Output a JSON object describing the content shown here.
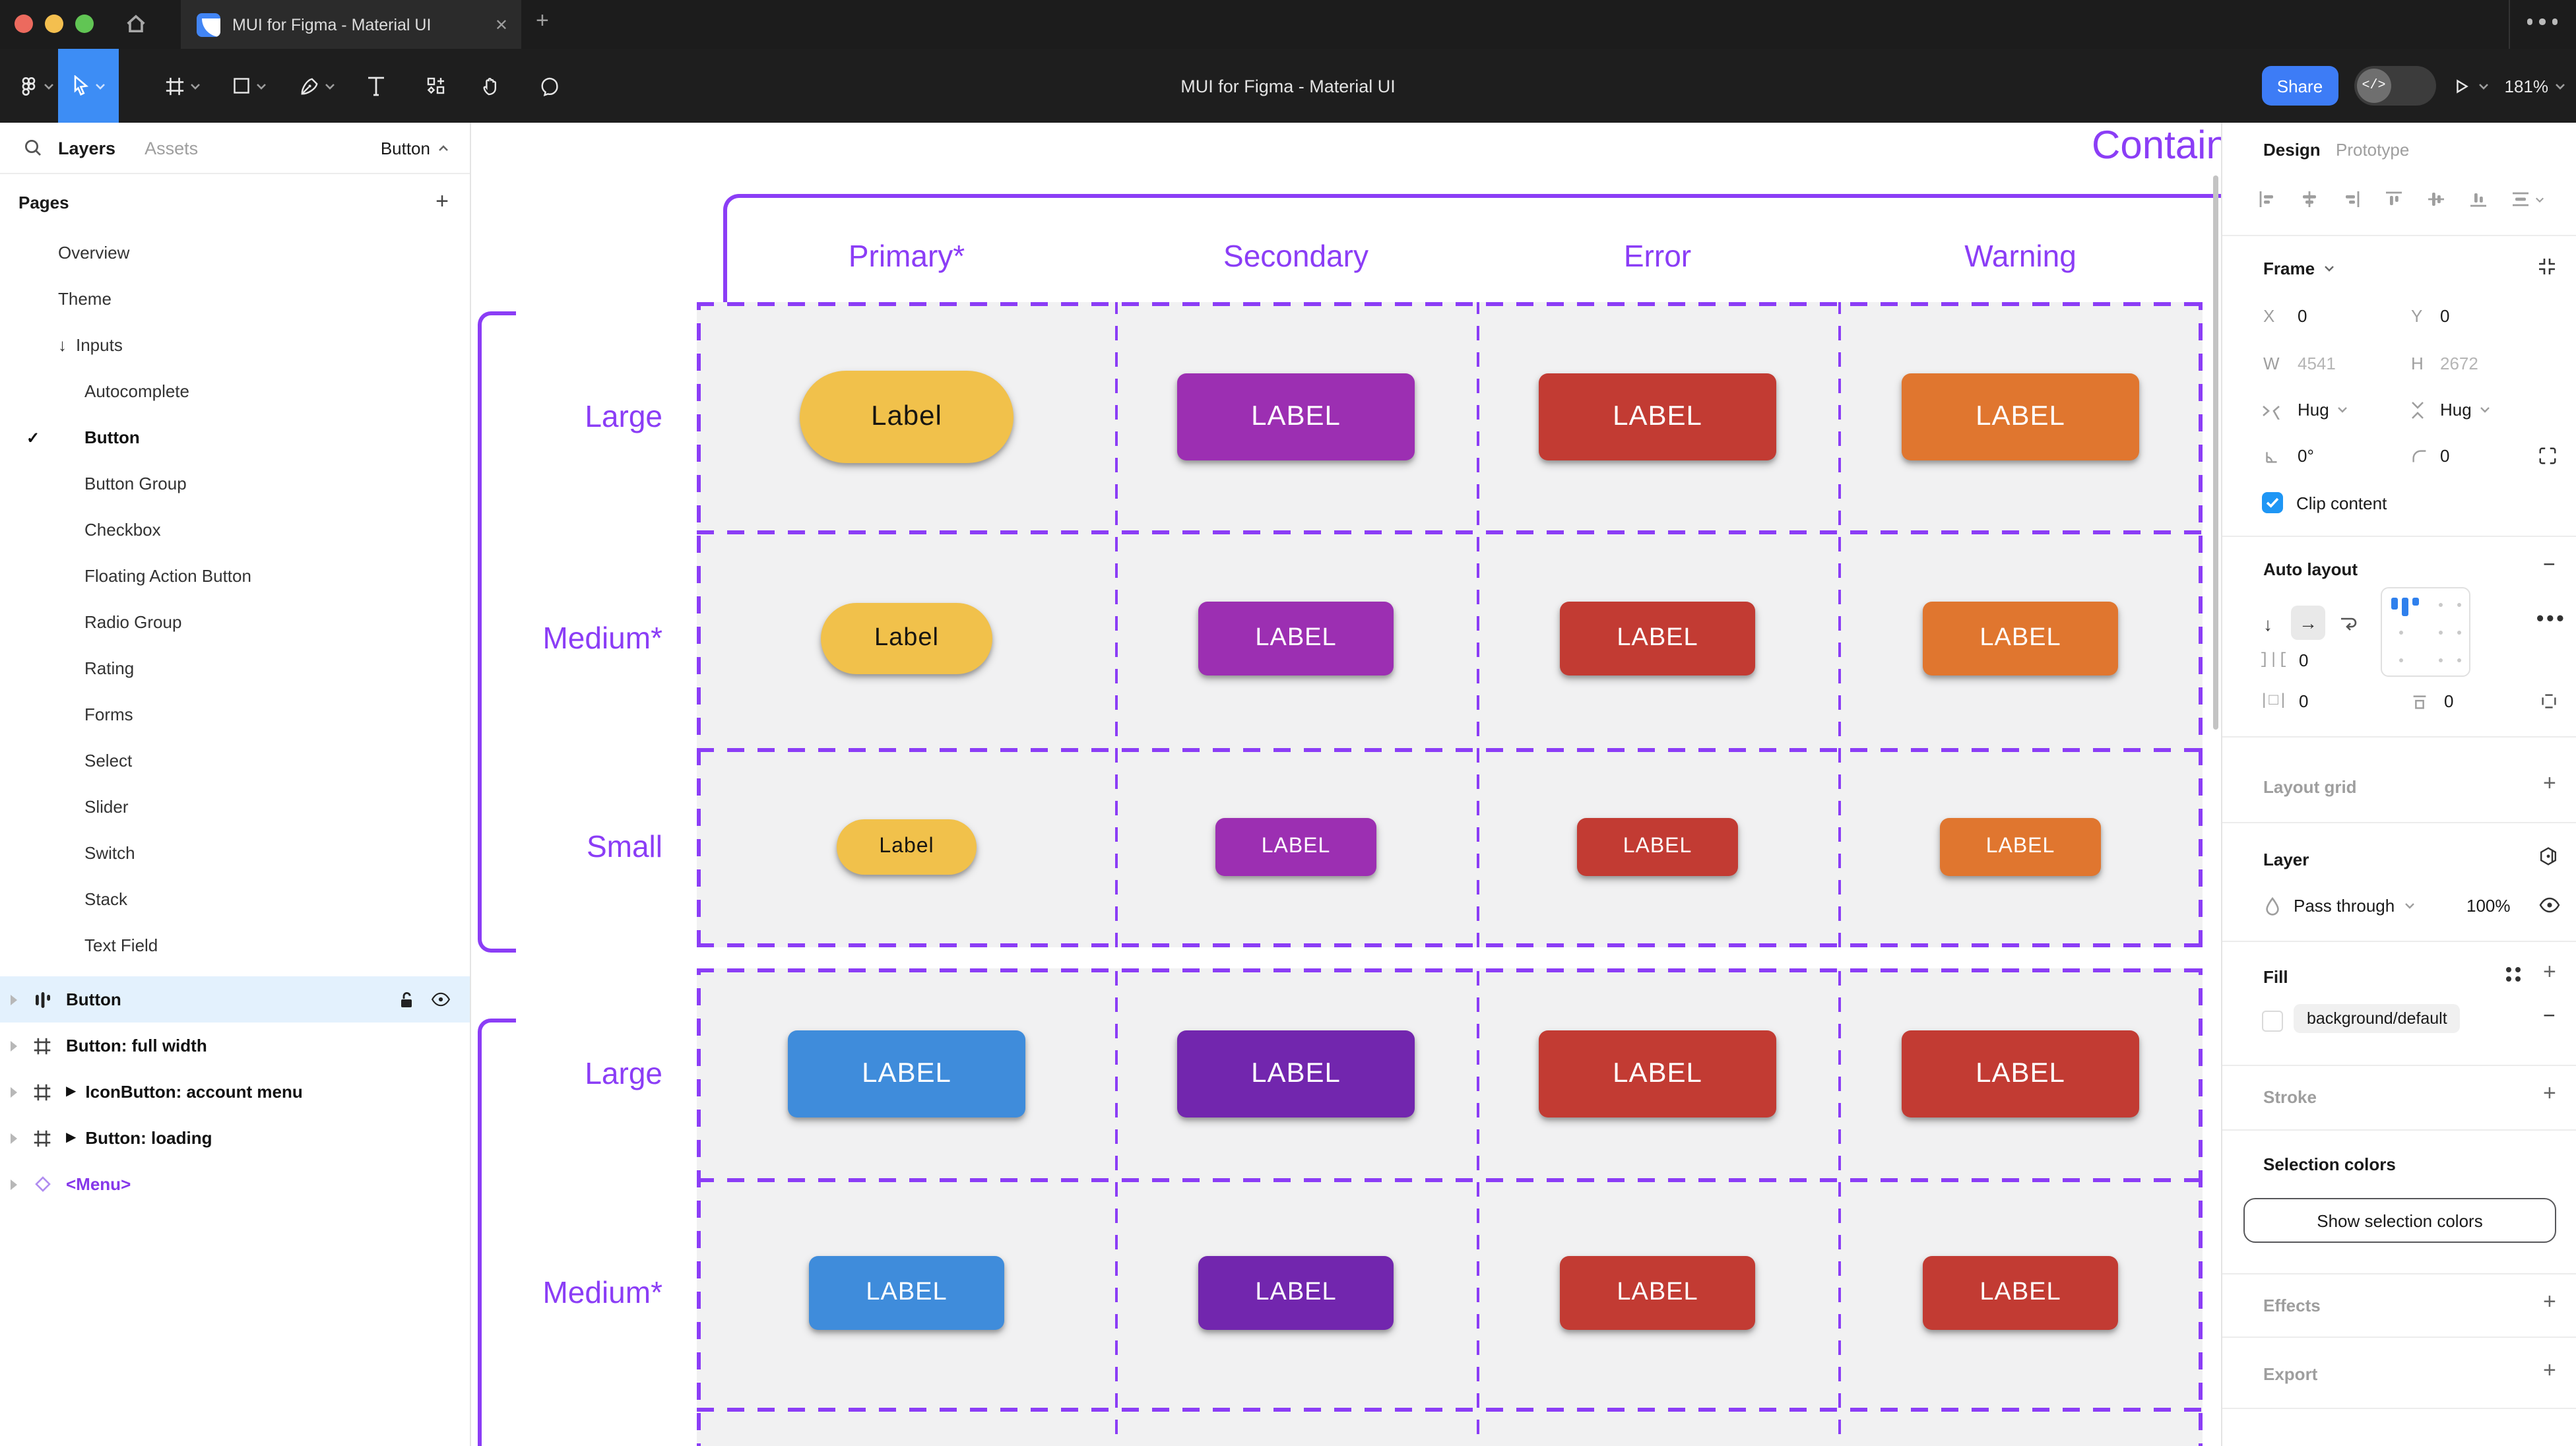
{
  "accent": "#8B3DF6",
  "titlebar": {
    "tab_title": "MUI for Figma - Material UI",
    "close_glyph": "✕",
    "new_tab_glyph": "+"
  },
  "toolbar": {
    "doc_title": "MUI for Figma - Material UI",
    "share_label": "Share",
    "dev_toggle_glyph": "</>",
    "zoom_level": "181%"
  },
  "sidebar": {
    "tab_layers": "Layers",
    "tab_assets": "Assets",
    "header_dropdown": "Button",
    "pages_title": "Pages",
    "pages": [
      {
        "label": "Overview",
        "indent": 1
      },
      {
        "label": "Theme",
        "indent": 1
      },
      {
        "label": "Inputs",
        "indent": 1,
        "arrow": "↓"
      },
      {
        "label": "Autocomplete",
        "indent": 2
      },
      {
        "label": "Button",
        "indent": 2,
        "selected": true,
        "check": "✓"
      },
      {
        "label": "Button Group",
        "indent": 2
      },
      {
        "label": "Checkbox",
        "indent": 2
      },
      {
        "label": "Floating Action Button",
        "indent": 2
      },
      {
        "label": "Radio Group",
        "indent": 2
      },
      {
        "label": "Rating",
        "indent": 2
      },
      {
        "label": "Forms",
        "indent": 2
      },
      {
        "label": "Select",
        "indent": 2
      },
      {
        "label": "Slider",
        "indent": 2
      },
      {
        "label": "Switch",
        "indent": 2
      },
      {
        "label": "Stack",
        "indent": 2
      },
      {
        "label": "Text Field",
        "indent": 2
      }
    ],
    "layers": [
      {
        "label": "Button",
        "icon": "auto-layout",
        "selected": true
      },
      {
        "label": "Button: full width",
        "icon": "frame"
      },
      {
        "label": "IconButton: account menu",
        "icon": "frame",
        "play": "▶"
      },
      {
        "label": "Button: loading",
        "icon": "frame",
        "play": "▶"
      },
      {
        "label": "<Menu>",
        "icon": "instance",
        "instance": true
      }
    ]
  },
  "canvas": {
    "heading": "Contained",
    "columns": [
      "Primary*",
      "Secondary",
      "Error",
      "Warning"
    ],
    "cell_bg": "#F1F1F2",
    "sections": [
      {
        "rows": [
          {
            "label": "Large",
            "size": "large",
            "buttons": [
              {
                "text": "Label",
                "bg": "#F1C14B",
                "fg": "#181611",
                "pill": true
              },
              {
                "text": "LABEL",
                "bg": "#9C2FB2",
                "fg": "#FFFFFF"
              },
              {
                "text": "LABEL",
                "bg": "#C23B33",
                "fg": "#FFFFFF"
              },
              {
                "text": "LABEL",
                "bg": "#E0762F",
                "fg": "#FFFFFF"
              }
            ]
          },
          {
            "label": "Medium*",
            "size": "medium",
            "buttons": [
              {
                "text": "Label",
                "bg": "#F1C14B",
                "fg": "#181611",
                "pill": true
              },
              {
                "text": "LABEL",
                "bg": "#9C2FB2",
                "fg": "#FFFFFF"
              },
              {
                "text": "LABEL",
                "bg": "#C23B33",
                "fg": "#FFFFFF"
              },
              {
                "text": "LABEL",
                "bg": "#E0762F",
                "fg": "#FFFFFF"
              }
            ]
          },
          {
            "label": "Small",
            "size": "small",
            "buttons": [
              {
                "text": "Label",
                "bg": "#F1C14B",
                "fg": "#181611",
                "pill": true
              },
              {
                "text": "LABEL",
                "bg": "#9C2FB2",
                "fg": "#FFFFFF"
              },
              {
                "text": "LABEL",
                "bg": "#C23B33",
                "fg": "#FFFFFF"
              },
              {
                "text": "LABEL",
                "bg": "#E0762F",
                "fg": "#FFFFFF"
              }
            ]
          }
        ]
      },
      {
        "rows": [
          {
            "label": "Large",
            "size": "large",
            "buttons": [
              {
                "text": "LABEL",
                "bg": "#3F8CDB",
                "fg": "#FFFFFF"
              },
              {
                "text": "LABEL",
                "bg": "#7226AE",
                "fg": "#FFFFFF"
              },
              {
                "text": "LABEL",
                "bg": "#C23B33",
                "fg": "#FFFFFF"
              },
              {
                "text": "LABEL",
                "bg": "#C23B33",
                "fg": "#FFFFFF"
              }
            ]
          },
          {
            "label": "Medium*",
            "size": "medium",
            "buttons": [
              {
                "text": "LABEL",
                "bg": "#3F8CDB",
                "fg": "#FFFFFF"
              },
              {
                "text": "LABEL",
                "bg": "#7226AE",
                "fg": "#FFFFFF"
              },
              {
                "text": "LABEL",
                "bg": "#C23B33",
                "fg": "#FFFFFF"
              },
              {
                "text": "LABEL",
                "bg": "#C23B33",
                "fg": "#FFFFFF"
              }
            ]
          }
        ]
      }
    ]
  },
  "inspector": {
    "tab_design": "Design",
    "tab_prototype": "Prototype",
    "frame": {
      "title": "Frame",
      "x_label": "X",
      "x_value": "0",
      "y_label": "Y",
      "y_value": "0",
      "w_label": "W",
      "w_value": "4541",
      "h_label": "H",
      "h_value": "2672",
      "hug_w": "Hug",
      "hug_h": "Hug",
      "rotation": "0°",
      "radius": "0",
      "clip_label": "Clip content"
    },
    "auto_layout": {
      "title": "Auto layout",
      "gap": "0",
      "pad_h": "0",
      "pad_v": "0"
    },
    "layout_grid_title": "Layout grid",
    "layer": {
      "title": "Layer",
      "blend_mode": "Pass through",
      "opacity": "100%"
    },
    "fill": {
      "title": "Fill",
      "token": "background/default"
    },
    "stroke_title": "Stroke",
    "selection": {
      "title": "Selection colors",
      "button_label": "Show selection colors"
    },
    "effects_title": "Effects",
    "export_title": "Export"
  }
}
